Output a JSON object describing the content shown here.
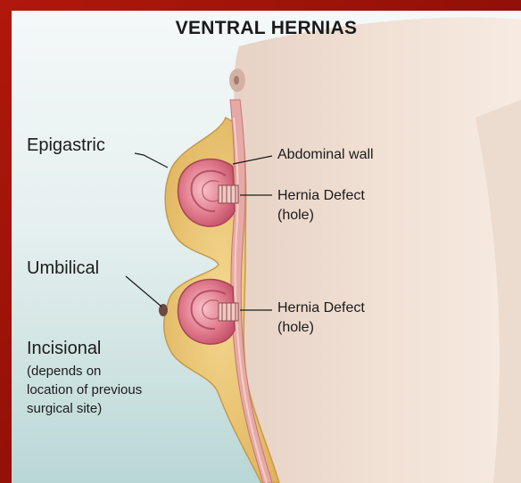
{
  "title": "VENTRAL HERNIAS",
  "labels": {
    "epigastric": "Epigastric",
    "umbilical": "Umbilical",
    "incisional": "Incisional",
    "incisional_note_1": "(depends on",
    "incisional_note_2": "location of previous",
    "incisional_note_3": "surgical site)",
    "abdominal_wall": "Abdominal wall",
    "hernia_defect_upper": "Hernia Defect",
    "hole_upper": "(hole)",
    "hernia_defect_lower": "Hernia Defect",
    "hole_lower": "(hole)"
  },
  "colors": {
    "frame": "#9a1208",
    "skin": "#eed9cc",
    "fat": "#e9c77a",
    "muscle": "#d98e8e",
    "bowel": "#e58a9a"
  }
}
